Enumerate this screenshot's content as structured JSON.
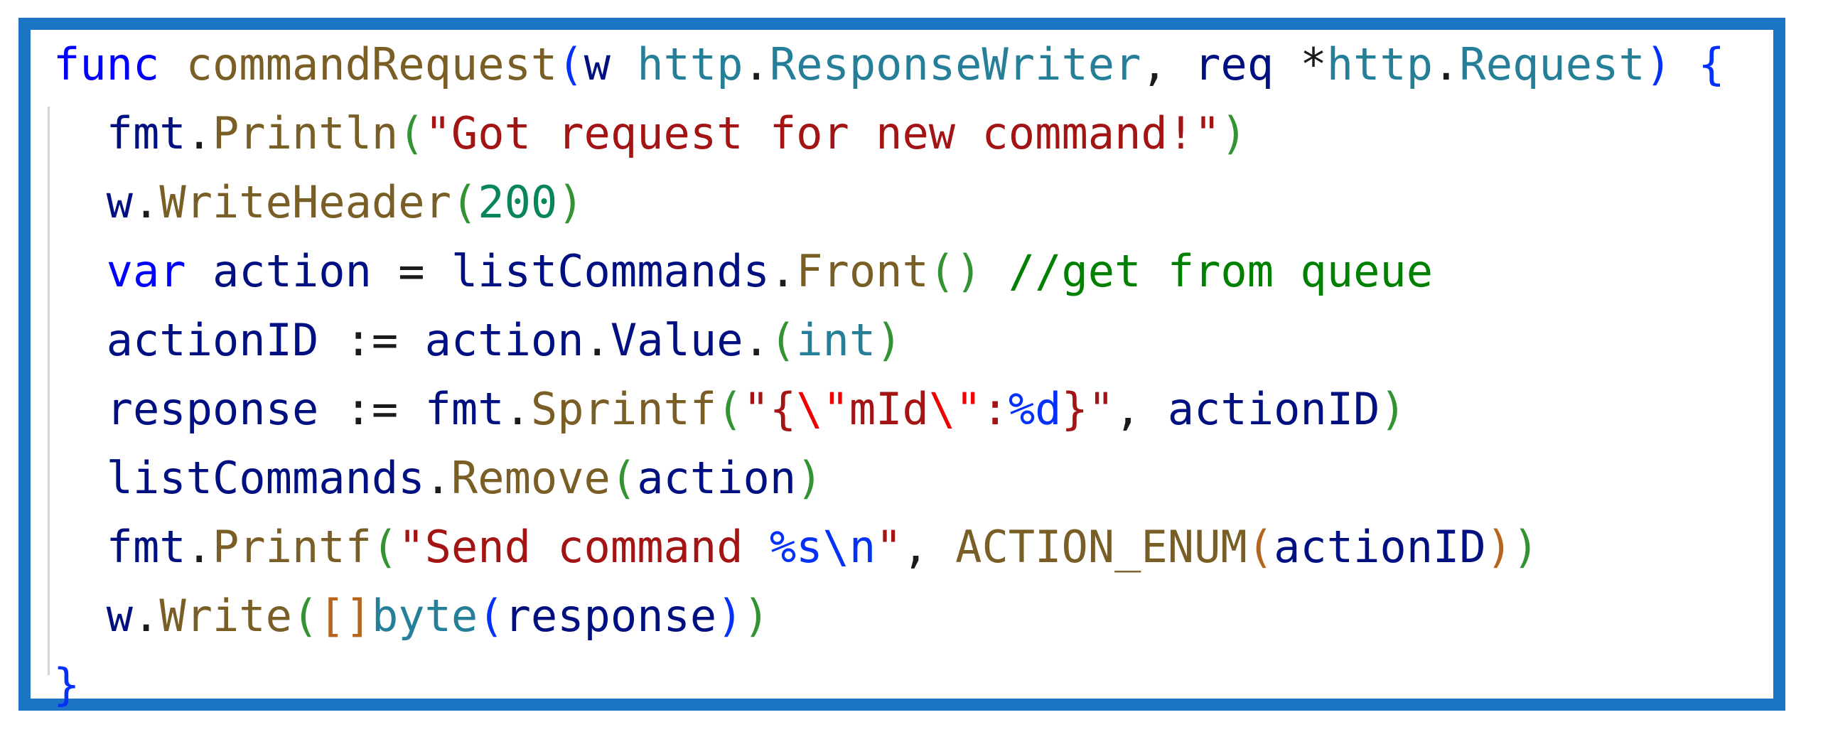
{
  "figure": {
    "background": "#ffffff",
    "border_color": "#1c74c4",
    "indent_guide_color": "#d6d6d6"
  },
  "editor": {
    "language": "go",
    "token_colors": {
      "kw": "#0000ff",
      "fn": "#795e26",
      "var": "#001080",
      "type": "#267f99",
      "str": "#a31515",
      "esc": "#ee0000",
      "fmt": "#0431fa",
      "comment": "#008000",
      "num": "#098658",
      "b1": "#0431fa",
      "b2": "#319331",
      "b3": "#b5651d",
      "plain": "#1b1b1b"
    },
    "plain_text": [
      "func commandRequest(w http.ResponseWriter, req *http.Request) {",
      "  fmt.Println(\"Got request for new command!\")",
      "  w.WriteHeader(200)",
      "  var action = listCommands.Front() //get from queue",
      "  actionID := action.Value.(int)",
      "  response := fmt.Sprintf(\"{\\\"mId\\\":%d}\", actionID)",
      "  listCommands.Remove(action)",
      "  fmt.Printf(\"Send command %s\\n\", ACTION_ENUM(actionID))",
      "  w.Write([]byte(response))",
      "}"
    ],
    "lines": [
      {
        "tokens": [
          {
            "t": "func",
            "c": "kw"
          },
          {
            "t": " ",
            "c": "plain"
          },
          {
            "t": "commandRequest",
            "c": "fn"
          },
          {
            "t": "(",
            "c": "b1"
          },
          {
            "t": "w",
            "c": "var"
          },
          {
            "t": " ",
            "c": "plain"
          },
          {
            "t": "http",
            "c": "type"
          },
          {
            "t": ".",
            "c": "plain"
          },
          {
            "t": "ResponseWriter",
            "c": "type"
          },
          {
            "t": ", ",
            "c": "plain"
          },
          {
            "t": "req",
            "c": "var"
          },
          {
            "t": " *",
            "c": "plain"
          },
          {
            "t": "http",
            "c": "type"
          },
          {
            "t": ".",
            "c": "plain"
          },
          {
            "t": "Request",
            "c": "type"
          },
          {
            "t": ")",
            "c": "b1"
          },
          {
            "t": " ",
            "c": "plain"
          },
          {
            "t": "{",
            "c": "b1"
          }
        ]
      },
      {
        "tokens": [
          {
            "t": "  ",
            "c": "plain"
          },
          {
            "t": "fmt",
            "c": "var"
          },
          {
            "t": ".",
            "c": "plain"
          },
          {
            "t": "Println",
            "c": "fn"
          },
          {
            "t": "(",
            "c": "b2"
          },
          {
            "t": "\"Got request for new command!\"",
            "c": "str"
          },
          {
            "t": ")",
            "c": "b2"
          }
        ]
      },
      {
        "tokens": [
          {
            "t": "  ",
            "c": "plain"
          },
          {
            "t": "w",
            "c": "var"
          },
          {
            "t": ".",
            "c": "plain"
          },
          {
            "t": "WriteHeader",
            "c": "fn"
          },
          {
            "t": "(",
            "c": "b2"
          },
          {
            "t": "200",
            "c": "num"
          },
          {
            "t": ")",
            "c": "b2"
          }
        ]
      },
      {
        "tokens": [
          {
            "t": "  ",
            "c": "plain"
          },
          {
            "t": "var",
            "c": "kw"
          },
          {
            "t": " ",
            "c": "plain"
          },
          {
            "t": "action",
            "c": "var"
          },
          {
            "t": " = ",
            "c": "plain"
          },
          {
            "t": "listCommands",
            "c": "var"
          },
          {
            "t": ".",
            "c": "plain"
          },
          {
            "t": "Front",
            "c": "fn"
          },
          {
            "t": "()",
            "c": "b2"
          },
          {
            "t": " ",
            "c": "plain"
          },
          {
            "t": "//get from queue",
            "c": "comment"
          }
        ]
      },
      {
        "tokens": [
          {
            "t": "  ",
            "c": "plain"
          },
          {
            "t": "actionID",
            "c": "var"
          },
          {
            "t": " := ",
            "c": "plain"
          },
          {
            "t": "action",
            "c": "var"
          },
          {
            "t": ".",
            "c": "plain"
          },
          {
            "t": "Value",
            "c": "var"
          },
          {
            "t": ".",
            "c": "plain"
          },
          {
            "t": "(",
            "c": "b2"
          },
          {
            "t": "int",
            "c": "type"
          },
          {
            "t": ")",
            "c": "b2"
          }
        ]
      },
      {
        "tokens": [
          {
            "t": "  ",
            "c": "plain"
          },
          {
            "t": "response",
            "c": "var"
          },
          {
            "t": " := ",
            "c": "plain"
          },
          {
            "t": "fmt",
            "c": "var"
          },
          {
            "t": ".",
            "c": "plain"
          },
          {
            "t": "Sprintf",
            "c": "fn"
          },
          {
            "t": "(",
            "c": "b2"
          },
          {
            "t": "\"{",
            "c": "str"
          },
          {
            "t": "\\\"",
            "c": "esc"
          },
          {
            "t": "mId",
            "c": "str"
          },
          {
            "t": "\\\"",
            "c": "esc"
          },
          {
            "t": ":",
            "c": "str"
          },
          {
            "t": "%d",
            "c": "fmt"
          },
          {
            "t": "}\"",
            "c": "str"
          },
          {
            "t": ", ",
            "c": "plain"
          },
          {
            "t": "actionID",
            "c": "var"
          },
          {
            "t": ")",
            "c": "b2"
          }
        ]
      },
      {
        "tokens": [
          {
            "t": "  ",
            "c": "plain"
          },
          {
            "t": "listCommands",
            "c": "var"
          },
          {
            "t": ".",
            "c": "plain"
          },
          {
            "t": "Remove",
            "c": "fn"
          },
          {
            "t": "(",
            "c": "b2"
          },
          {
            "t": "action",
            "c": "var"
          },
          {
            "t": ")",
            "c": "b2"
          }
        ]
      },
      {
        "tokens": [
          {
            "t": "  ",
            "c": "plain"
          },
          {
            "t": "fmt",
            "c": "var"
          },
          {
            "t": ".",
            "c": "plain"
          },
          {
            "t": "Printf",
            "c": "fn"
          },
          {
            "t": "(",
            "c": "b2"
          },
          {
            "t": "\"Send command ",
            "c": "str"
          },
          {
            "t": "%s",
            "c": "fmt"
          },
          {
            "t": "\\n",
            "c": "fmt"
          },
          {
            "t": "\"",
            "c": "str"
          },
          {
            "t": ", ",
            "c": "plain"
          },
          {
            "t": "ACTION_ENUM",
            "c": "fn"
          },
          {
            "t": "(",
            "c": "b3"
          },
          {
            "t": "actionID",
            "c": "var"
          },
          {
            "t": ")",
            "c": "b3"
          },
          {
            "t": ")",
            "c": "b2"
          }
        ]
      },
      {
        "tokens": [
          {
            "t": "  ",
            "c": "plain"
          },
          {
            "t": "w",
            "c": "var"
          },
          {
            "t": ".",
            "c": "plain"
          },
          {
            "t": "Write",
            "c": "fn"
          },
          {
            "t": "(",
            "c": "b2"
          },
          {
            "t": "[]",
            "c": "b3"
          },
          {
            "t": "byte",
            "c": "type"
          },
          {
            "t": "(",
            "c": "b1"
          },
          {
            "t": "response",
            "c": "var"
          },
          {
            "t": ")",
            "c": "b1"
          },
          {
            "t": ")",
            "c": "b2"
          }
        ]
      },
      {
        "tokens": [
          {
            "t": "}",
            "c": "b1"
          }
        ]
      }
    ]
  }
}
